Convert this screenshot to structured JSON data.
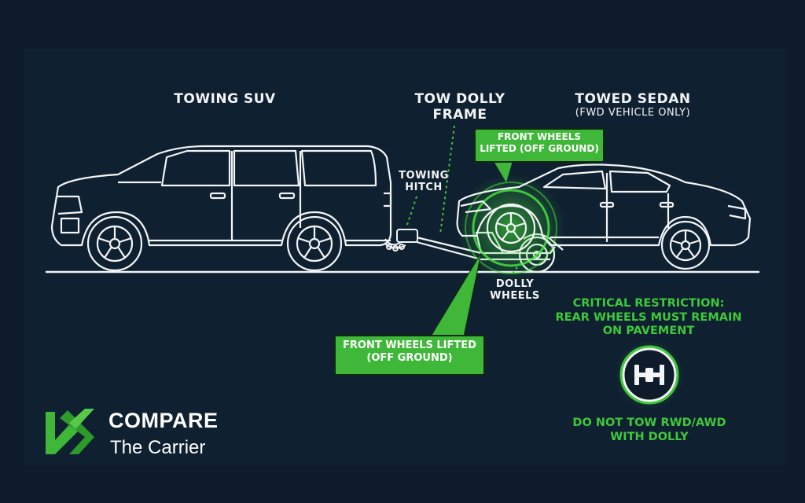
{
  "labels": {
    "towing_suv": "TOWING SUV",
    "tow_dolly_frame": "TOW DOLLY\nFRAME",
    "towed_sedan": "TOWED SEDAN",
    "towed_sedan_note": "(FWD VEHICLE ONLY)",
    "towing_hitch": "TOWING\nHITCH",
    "dolly_wheels": "DOLLY\nWHEELS"
  },
  "callouts": {
    "front_wheels_top": "FRONT WHEELS\nLIFTED (OFF GROUND)",
    "front_wheels_bottom": "FRONT WHEELS LIFTED\n(OFF GROUND)"
  },
  "restriction": {
    "title": "CRITICAL RESTRICTION:\nREAR WHEELS MUST REMAIN\nON PAVEMENT",
    "warning": "DO NOT TOW RWD/AWD\nWITH DOLLY",
    "icon": "axle-icon"
  },
  "brand": {
    "name_line1": "COMPARE",
    "name_line2": "The Carrier"
  },
  "colors": {
    "accent_green": "#3fb83a",
    "background": "#0d1b2a",
    "line_white": "#f2f4f6"
  }
}
